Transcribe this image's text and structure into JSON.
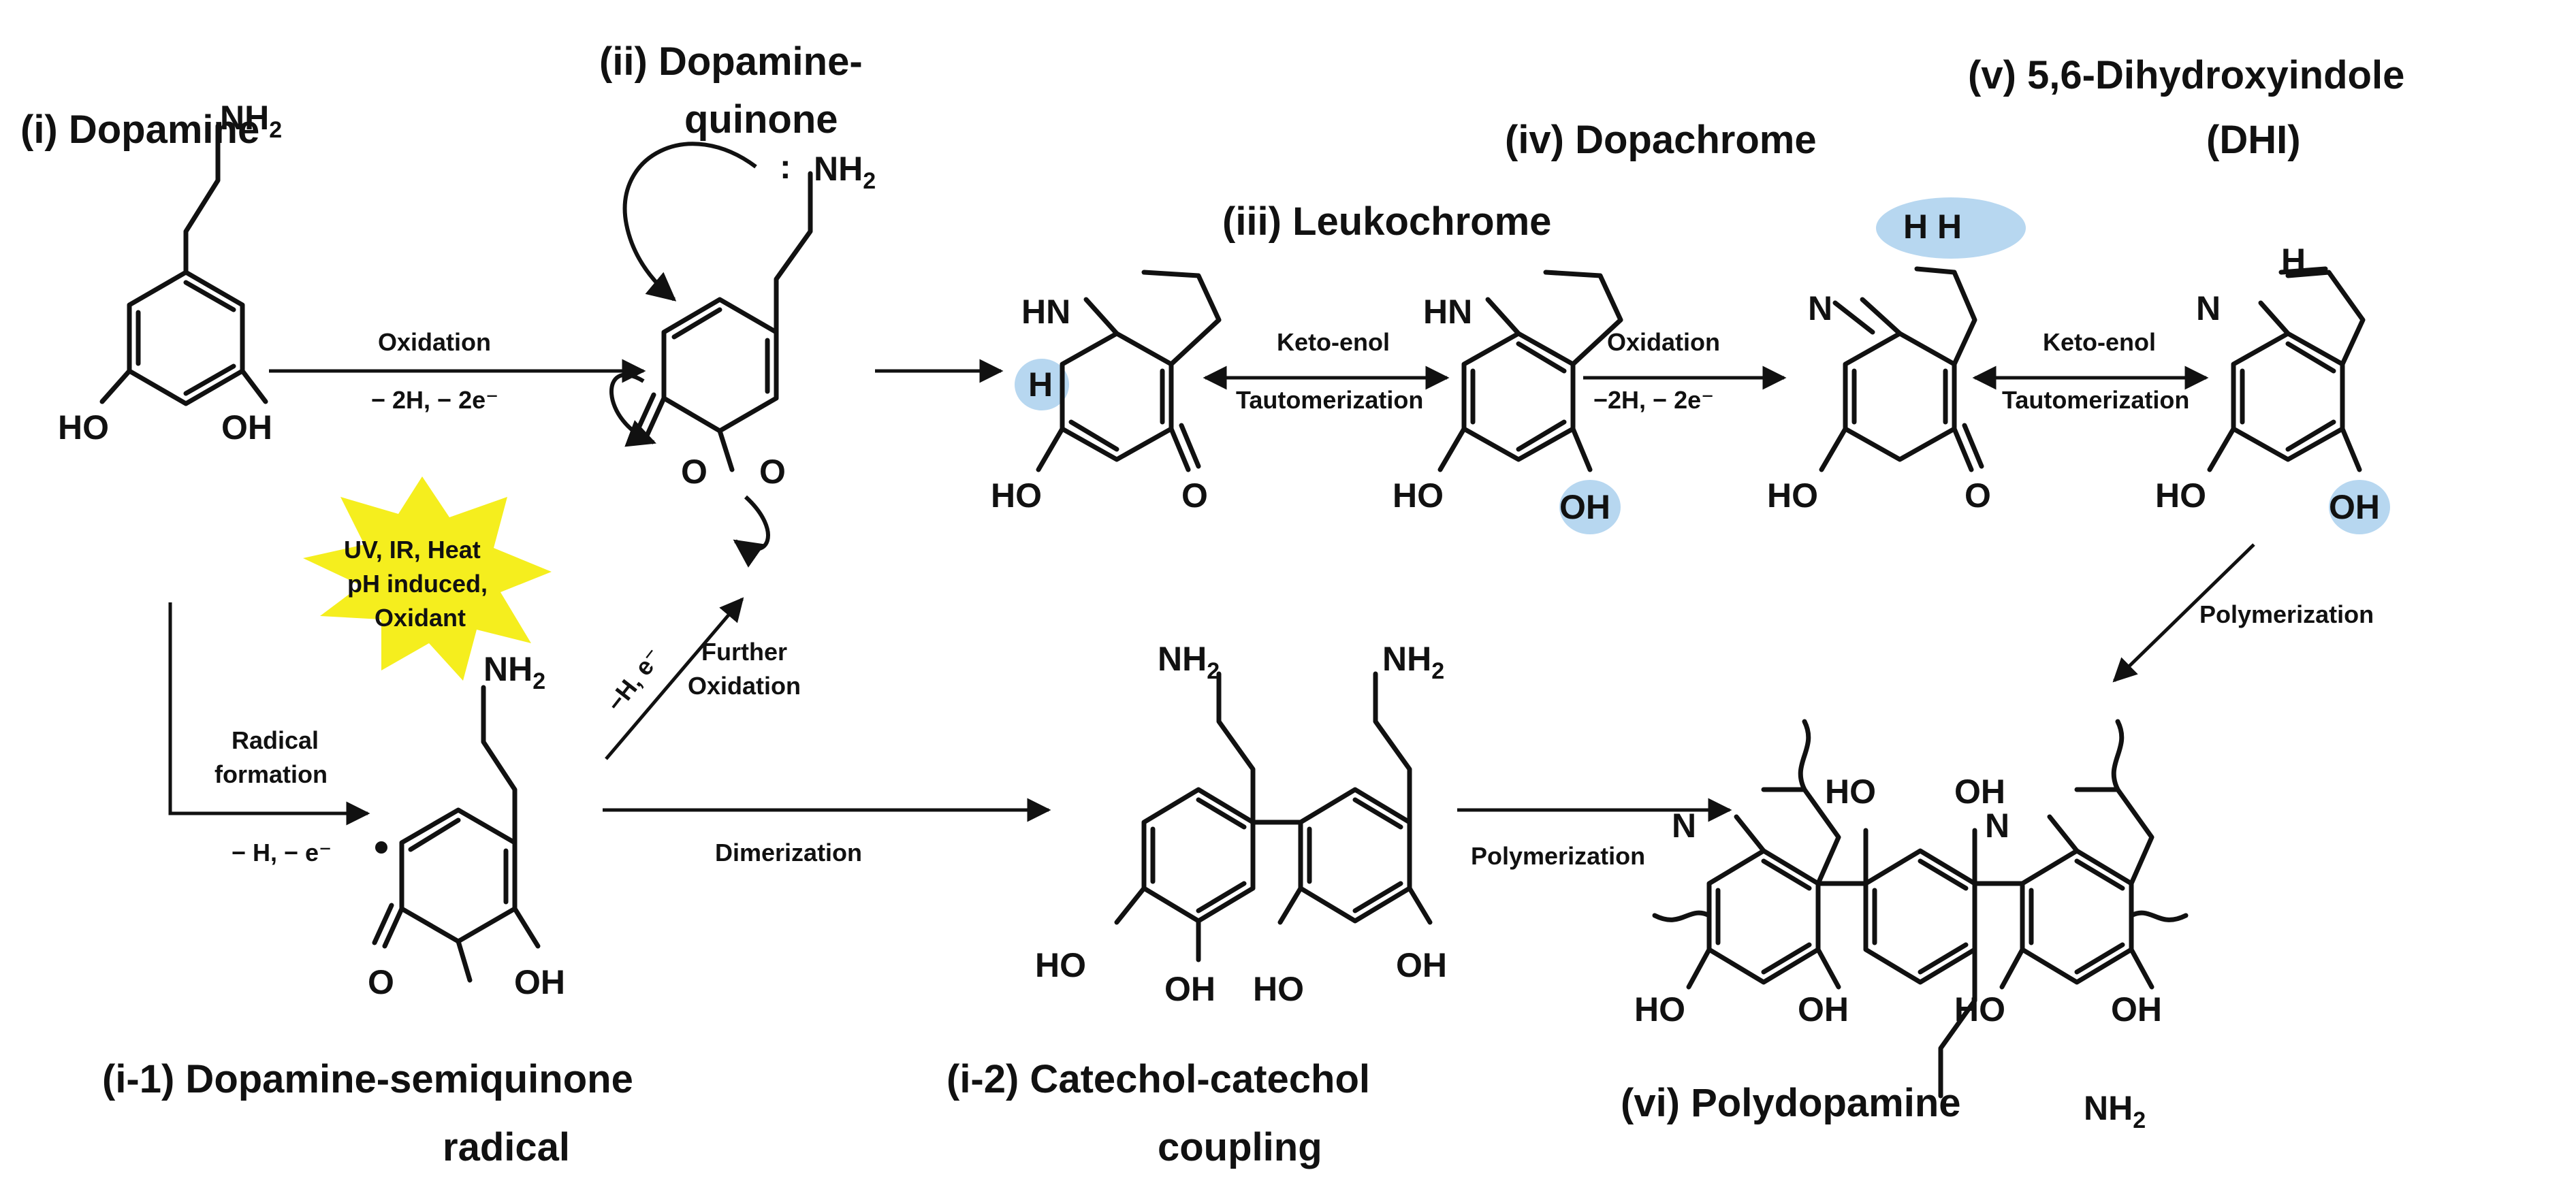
{
  "colors": {
    "highlight": "#b7d7f0",
    "burst": "#f5ee1e",
    "ink": "#111111"
  },
  "titles": {
    "dopamine": "(i) Dopamine",
    "quinone_1": "(ii) Dopamine-",
    "quinone_2": "quinone",
    "leukochrome": "(iii) Leukochrome",
    "dopachrome": "(iv) Dopachrome",
    "dhi_1": "(v) 5,6-Dihydroxyindole",
    "dhi_2": "(DHI)",
    "semiquinone_1": "(i-1) Dopamine-semiquinone",
    "semiquinone_2": "radical",
    "coupling_1": "(i-2) Catechol-catechol",
    "coupling_2": "coupling",
    "polydopamine": "(vi) Polydopamine"
  },
  "conditions": {
    "oxidation": "Oxidation",
    "minus_2h_2e": "− 2H, − 2e⁻",
    "keto_enol": "Keto-enol",
    "tautomerization": "Tautomerization",
    "oxidation_2": "Oxidation",
    "minus_2h_2e_2": "−2H, − 2e⁻",
    "keto_enol_2": "Keto-enol",
    "tautomerization_2": "Tautomerization",
    "radical": "Radical",
    "formation": "formation",
    "minus_h_e": "− H, − e⁻",
    "minus_h_e_diag": "−H, e⁻",
    "further": "Further",
    "oxidation_3": "Oxidation",
    "dimerization": "Dimerization",
    "polymerization_1": "Polymerization",
    "polymerization_2": "Polymerization",
    "burst_1": "UV, IR, Heat",
    "burst_2": "pH induced,",
    "burst_3": "Oxidant"
  },
  "atoms": {
    "nh": "NH",
    "sub2": "2",
    "ho": "HO",
    "oh": "OH",
    "o": "O",
    "hn": "HN",
    "h": "H",
    "n": "N",
    "hh": "H  H"
  }
}
